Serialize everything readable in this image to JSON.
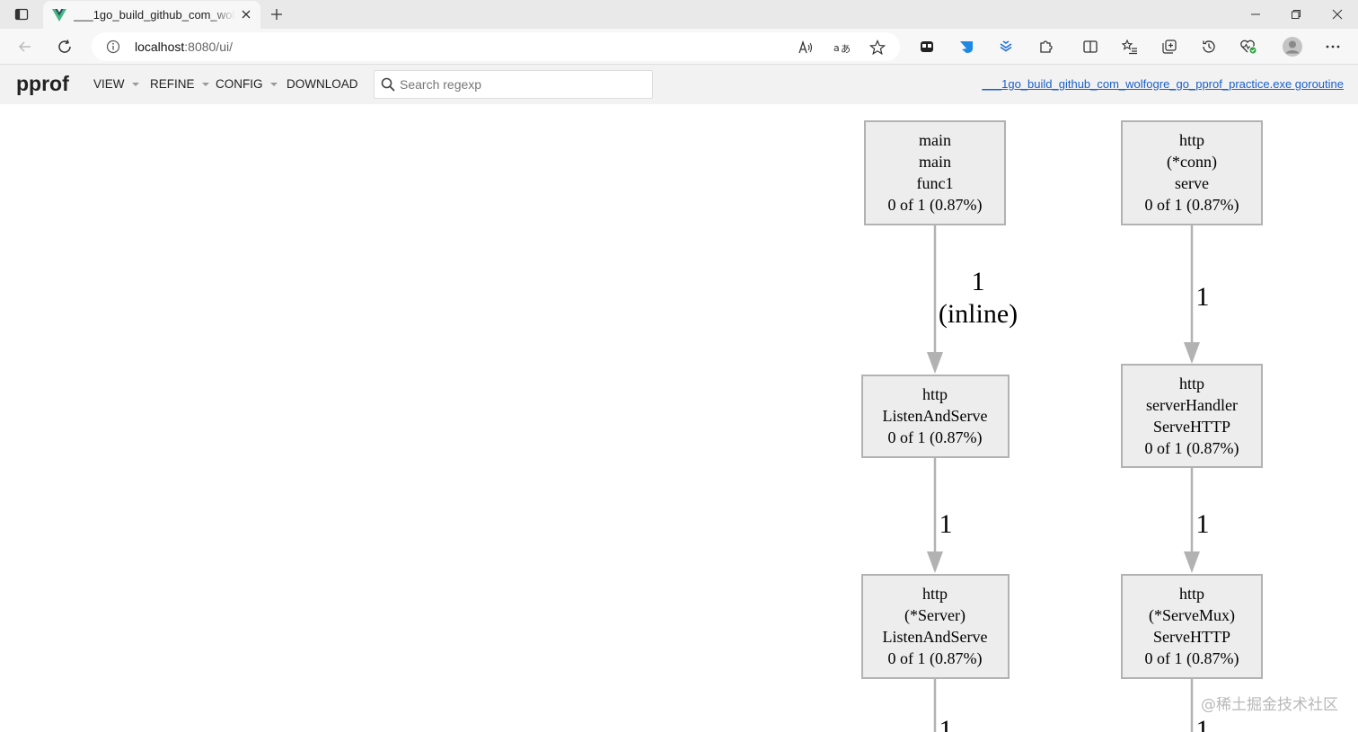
{
  "browser": {
    "tab_title": "___1go_build_github_com_wolfogre_go_pprof_practice.exe goroutine",
    "url_host": "localhost",
    "url_rest": ":8080/ui/",
    "accent": "#2ea043"
  },
  "pprof": {
    "logo": "pprof",
    "menu": {
      "view": "VIEW",
      "refine": "REFINE",
      "config": "CONFIG",
      "download": "DOWNLOAD"
    },
    "search_placeholder": "Search regexp",
    "profile_link": "___1go_build_github_com_wolfogre_go_pprof_practice.exe goroutine"
  },
  "graph": {
    "nodes": {
      "n1": [
        "main",
        "main",
        "func1",
        "0 of 1 (0.87%)"
      ],
      "n2": [
        "http",
        "ListenAndServe",
        "0 of 1 (0.87%)"
      ],
      "n3": [
        "http",
        "(*Server)",
        "ListenAndServe",
        "0 of 1 (0.87%)"
      ],
      "n4": [
        "http",
        "(*conn)",
        "serve",
        "0 of 1 (0.87%)"
      ],
      "n5": [
        "http",
        "serverHandler",
        "ServeHTTP",
        "0 of 1 (0.87%)"
      ],
      "n6": [
        "http",
        "(*ServeMux)",
        "ServeHTTP",
        "0 of 1 (0.87%)"
      ]
    },
    "edges": {
      "e1": [
        "1",
        "(inline)"
      ],
      "e2": "1",
      "e3": "1",
      "e4": "1",
      "e5": "1",
      "e6": "1"
    }
  },
  "watermark": "@稀土掘金技术社区"
}
